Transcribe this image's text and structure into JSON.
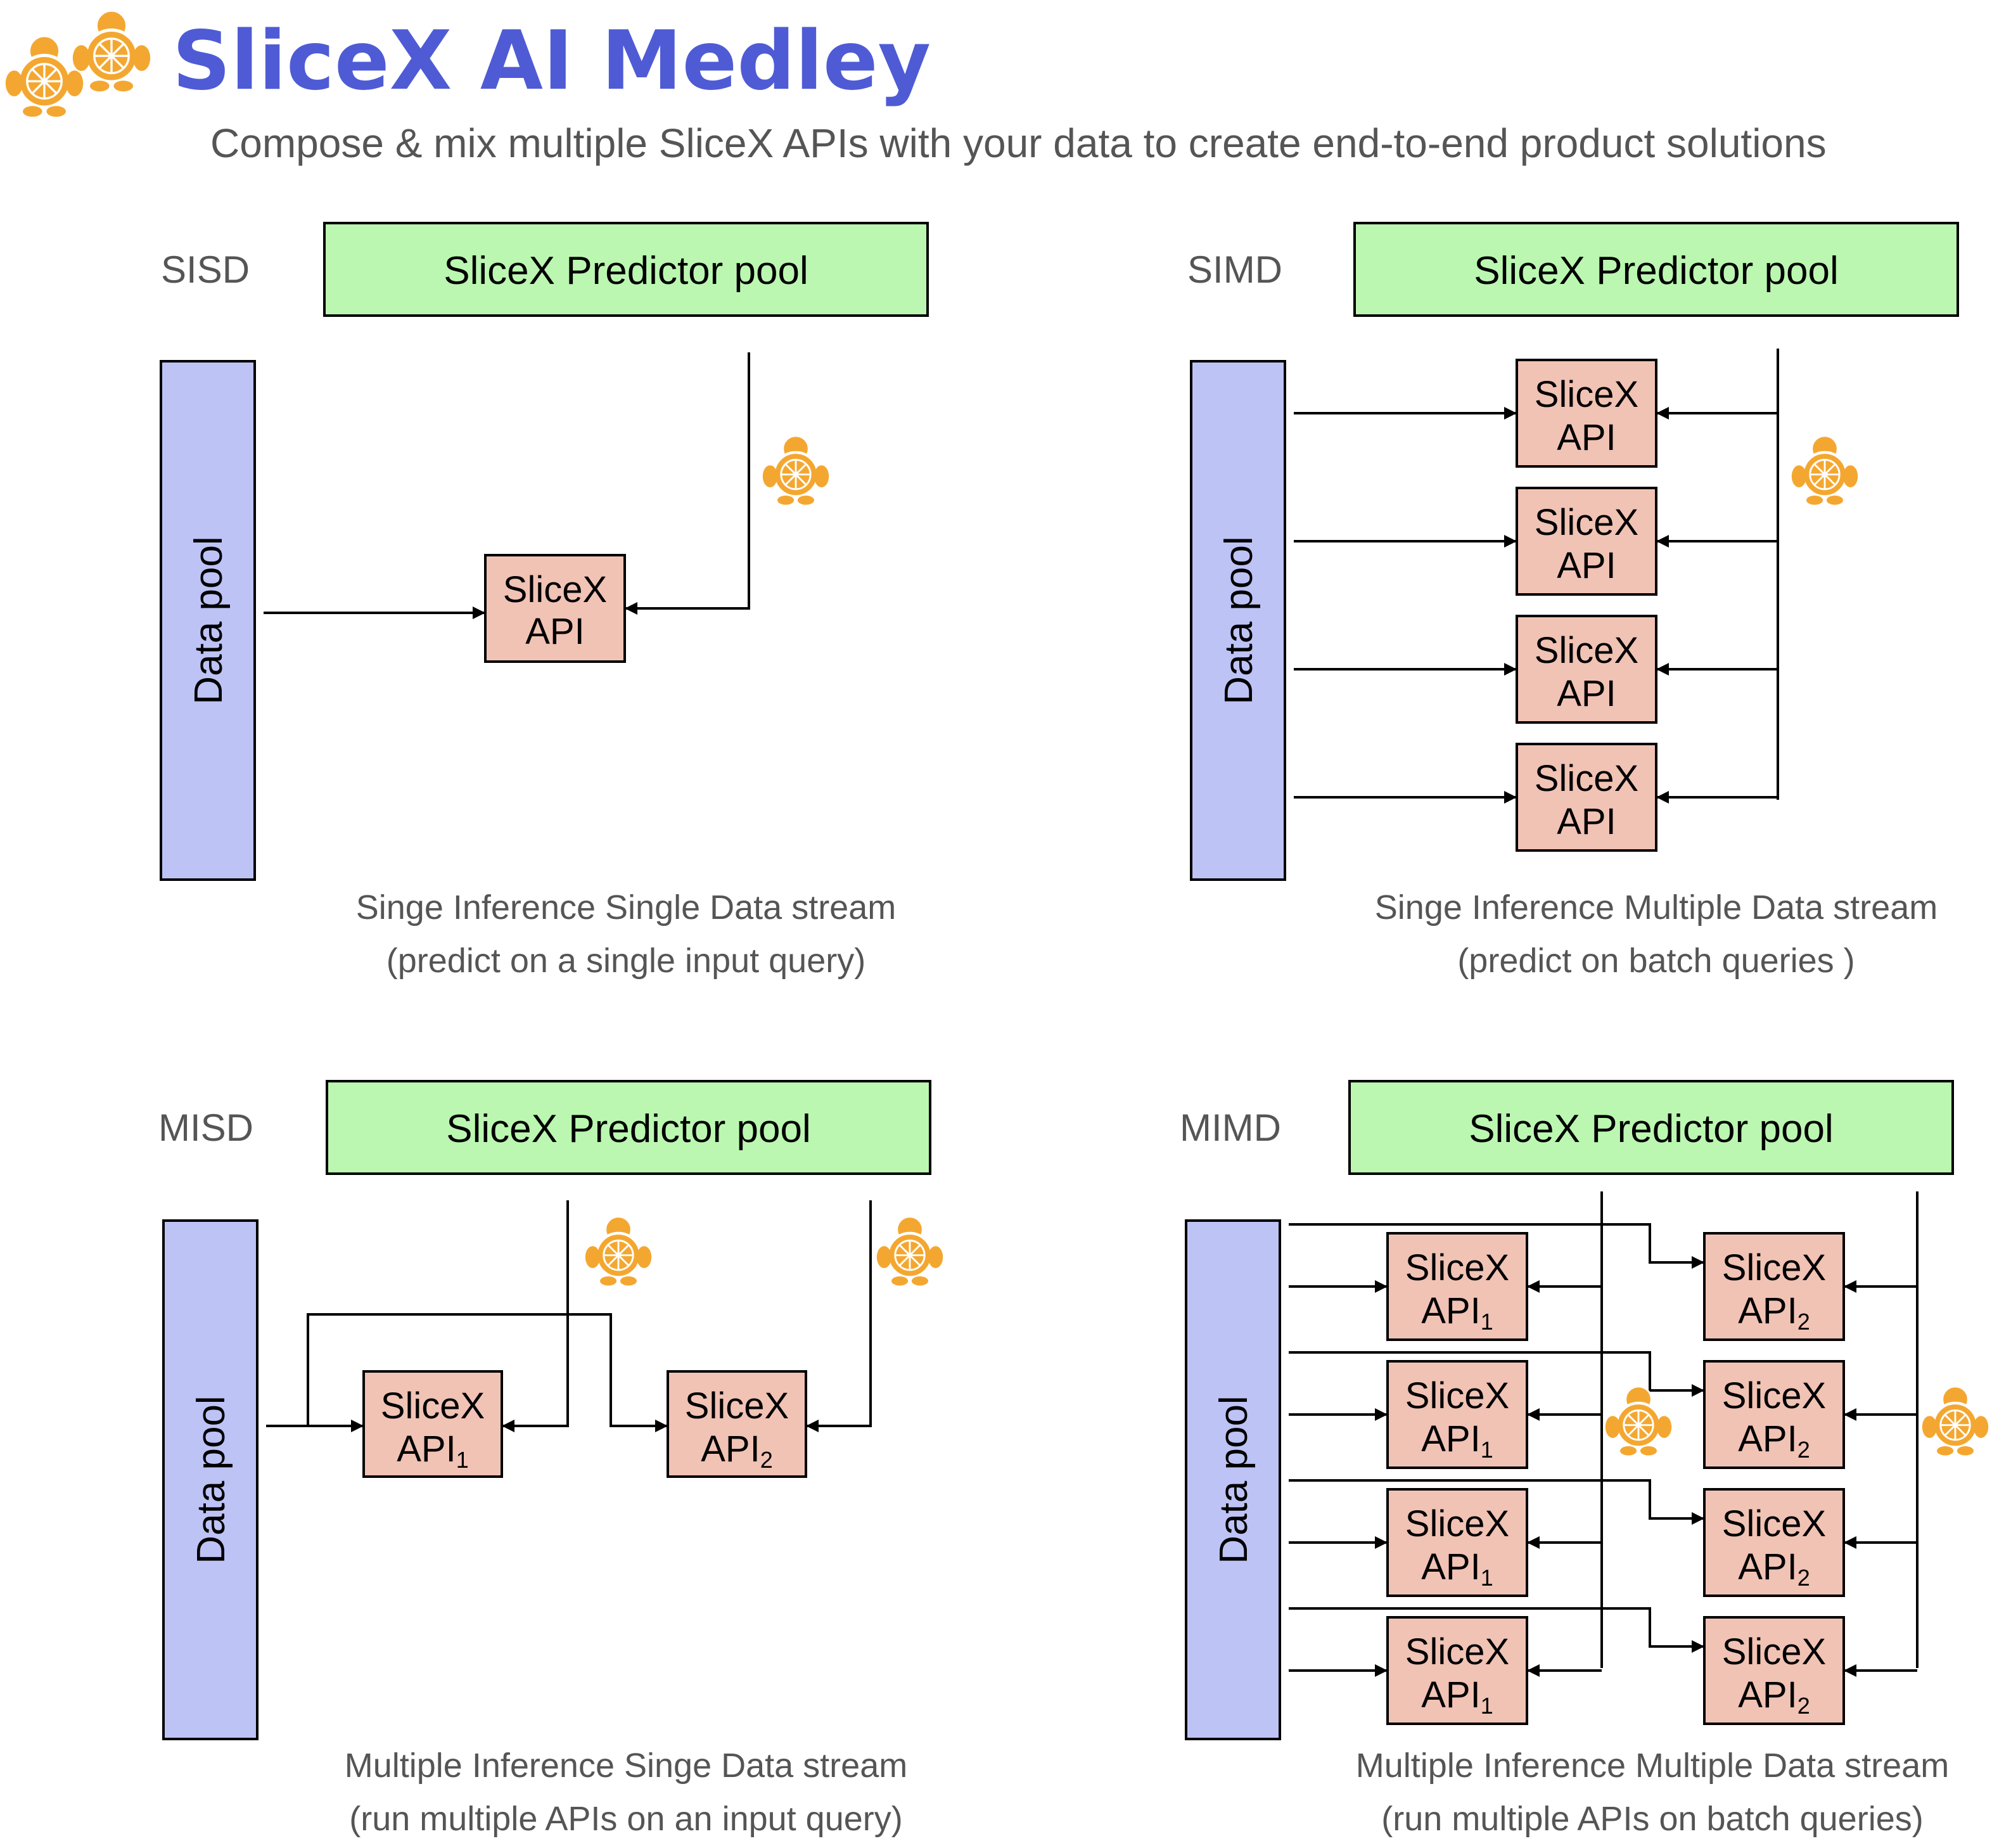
{
  "header": {
    "title": "SliceX AI Medley",
    "subtitle": "Compose & mix multiple SliceX APIs with your data to create end-to-end product solutions"
  },
  "colors": {
    "title": "#4f5bd5",
    "predictor_fill": "#bbf7b1",
    "data_fill": "#bdc3f5",
    "api_fill": "#f1c3b5",
    "mascot": "#f4a730",
    "subtext": "#555555"
  },
  "panels": {
    "sisd": {
      "tag": "SISD",
      "pool": "SliceX Predictor pool",
      "data": "Data pool",
      "api": {
        "line1": "SliceX",
        "line2": "API"
      },
      "caption1": "Singe Inference Single Data stream",
      "caption2": "(predict on a single input query)"
    },
    "simd": {
      "tag": "SIMD",
      "pool": "SliceX Predictor pool",
      "data": "Data pool",
      "api": {
        "line1": "SliceX",
        "line2": "API"
      },
      "caption1": "Singe Inference Multiple Data stream",
      "caption2": "(predict on batch queries )"
    },
    "misd": {
      "tag": "MISD",
      "pool": "SliceX Predictor pool",
      "data": "Data pool",
      "api1": {
        "line1": "SliceX",
        "line2": "API",
        "sub": "1"
      },
      "api2": {
        "line1": "SliceX",
        "line2": "API",
        "sub": "2"
      },
      "caption1": "Multiple Inference Singe Data stream",
      "caption2": "(run multiple APIs on an input query)"
    },
    "mimd": {
      "tag": "MIMD",
      "pool": "SliceX Predictor pool",
      "data": "Data pool",
      "api1": {
        "line1": "SliceX",
        "line2": "API",
        "sub": "1"
      },
      "api2": {
        "line1": "SliceX",
        "line2": "API",
        "sub": "2"
      },
      "caption1": "Multiple Inference Multiple Data stream",
      "caption2": "(run multiple APIs on batch queries)"
    }
  }
}
